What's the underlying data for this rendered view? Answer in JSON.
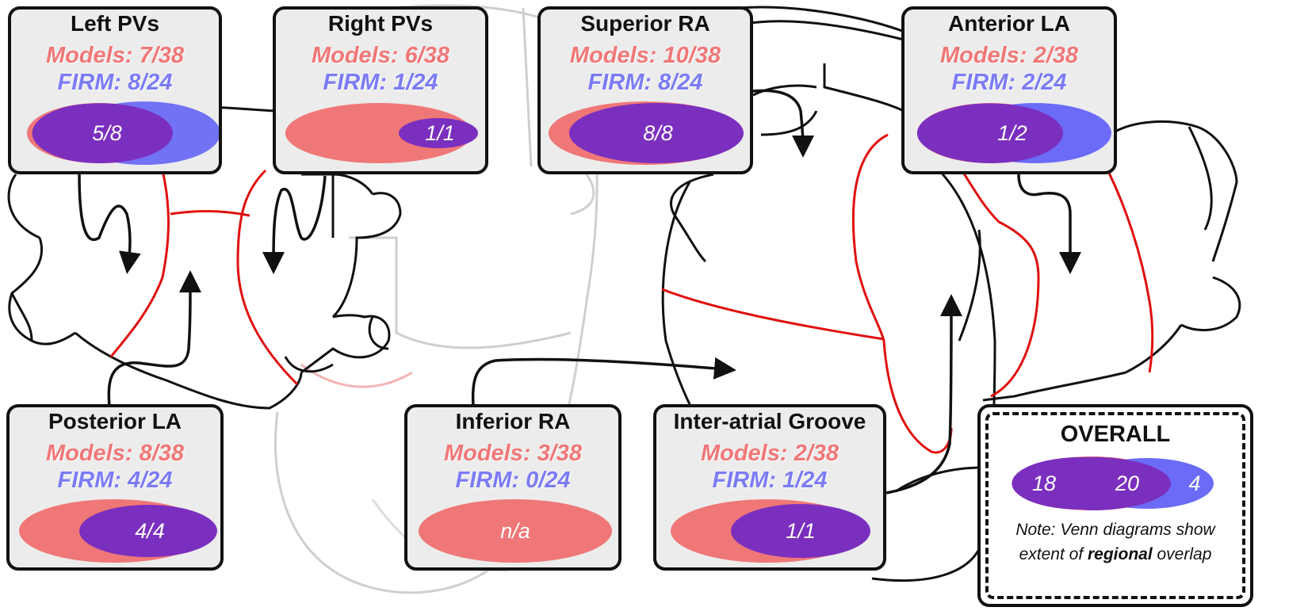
{
  "regions": [
    {
      "id": "left-pvs",
      "title": "Left PVs",
      "models": "Models: 7/38",
      "firm": "FIRM: 8/24",
      "overlap": "5/8"
    },
    {
      "id": "right-pvs",
      "title": "Right PVs",
      "models": "Models: 6/38",
      "firm": "FIRM: 1/24",
      "overlap": "1/1"
    },
    {
      "id": "superior-ra",
      "title": "Superior RA",
      "models": "Models: 10/38",
      "firm": "FIRM: 8/24",
      "overlap": "8/8"
    },
    {
      "id": "anterior-la",
      "title": "Anterior LA",
      "models": "Models: 2/38",
      "firm": "FIRM: 2/24",
      "overlap": "1/2"
    },
    {
      "id": "posterior-la",
      "title": "Posterior LA",
      "models": "Models: 8/38",
      "firm": "FIRM: 4/24",
      "overlap": "4/4"
    },
    {
      "id": "inferior-ra",
      "title": "Inferior RA",
      "models": "Models: 3/38",
      "firm": "FIRM: 0/24",
      "overlap": "n/a"
    },
    {
      "id": "inter-atrial-groove",
      "title": "Inter-atrial Groove",
      "models": "Models: 2/38",
      "firm": "FIRM: 1/24",
      "overlap": "1/1"
    }
  ],
  "overall": {
    "title": "OVERALL",
    "models_only": "18",
    "both": "20",
    "firm_only": "4",
    "note_line1": "Note: Venn diagrams show",
    "note_pre": "extent of ",
    "note_bold": "regional",
    "note_post": " overlap"
  },
  "colors": {
    "models": "#f07777",
    "firm": "#7b7bf5",
    "overlap": "#7b2fbf",
    "boundary": "#e01010",
    "outline": "#111111",
    "panel": "#ececec"
  }
}
